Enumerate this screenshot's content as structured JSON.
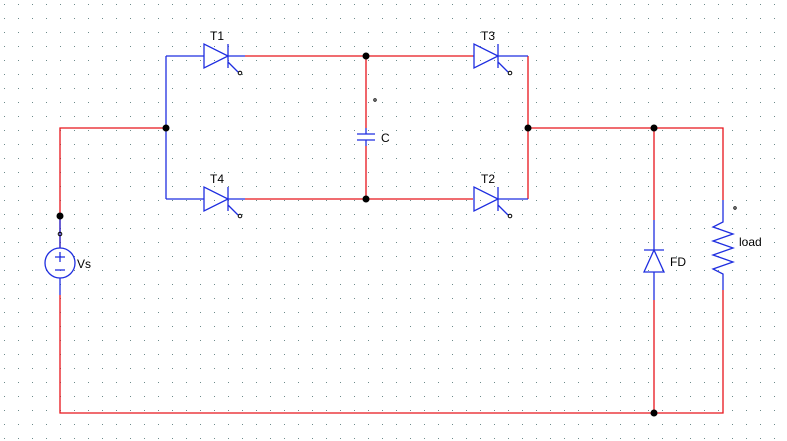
{
  "colors": {
    "wire": "#e8141b",
    "component": "#1f2ee0",
    "node": "#000000",
    "grid_dot": "#6c8a8a",
    "background": "#ffffff"
  },
  "labels": {
    "t1": "T1",
    "t2": "T2",
    "t3": "T3",
    "t4": "T4",
    "capacitor": "C",
    "source": "Vs",
    "diode": "FD",
    "load": "load"
  },
  "icons": {
    "thyristor": "thyristor-icon",
    "capacitor": "capacitor-icon",
    "diode": "diode-icon",
    "resistor": "resistor-icon",
    "source": "voltage-source-icon"
  }
}
